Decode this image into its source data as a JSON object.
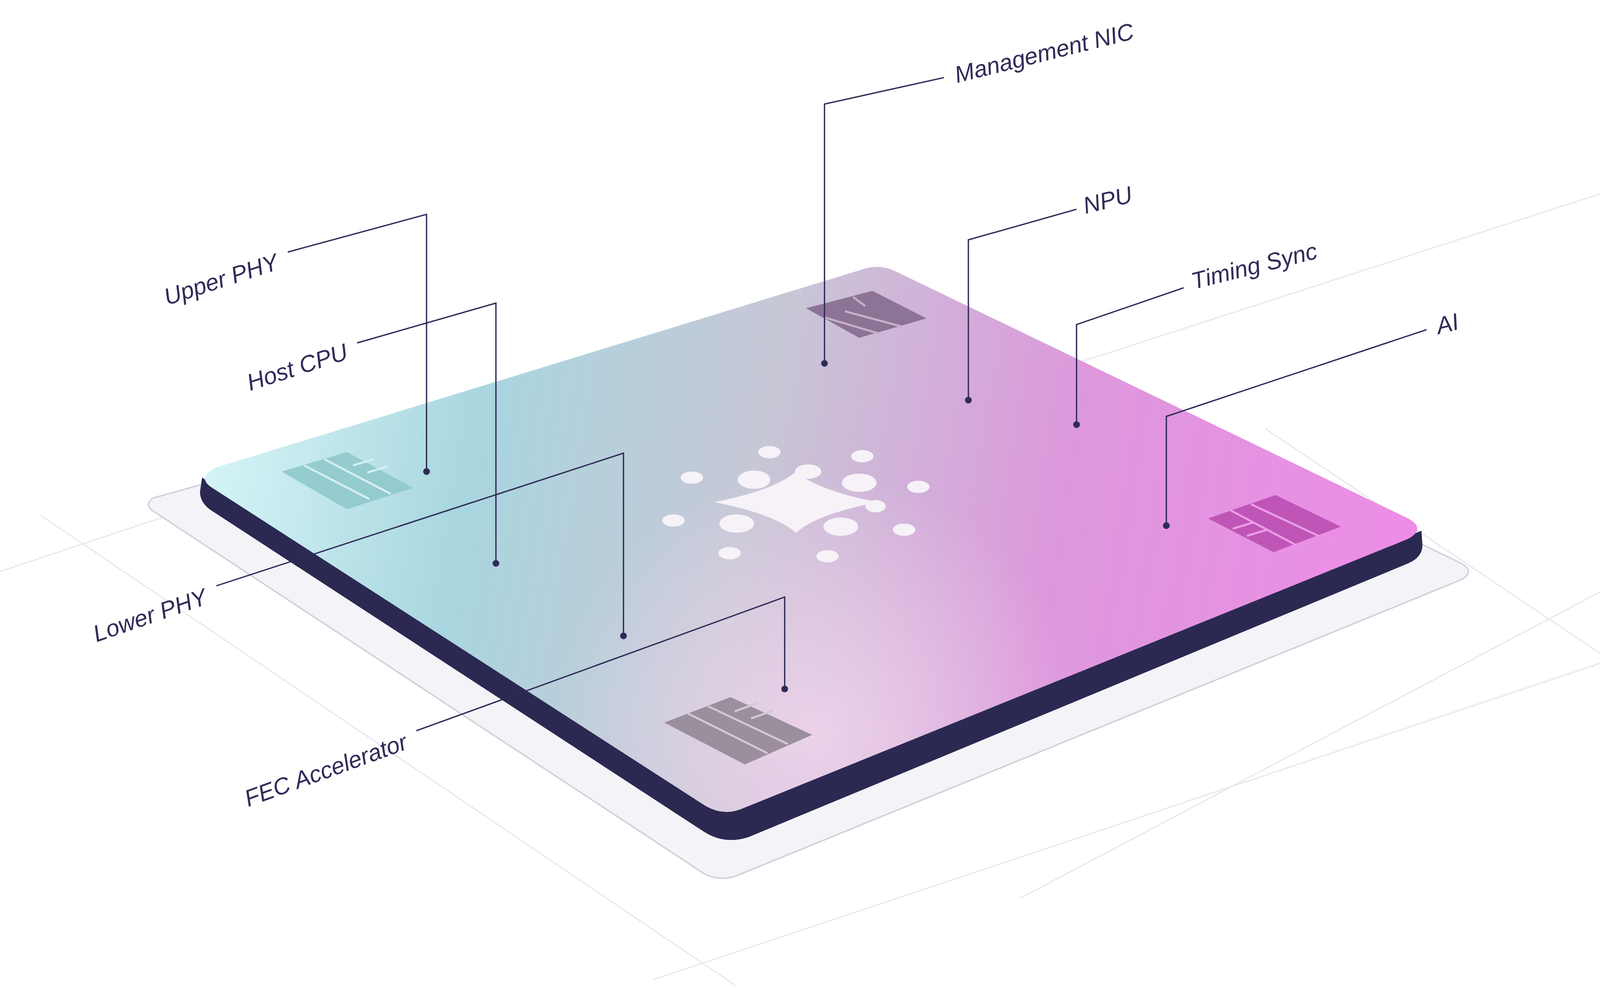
{
  "diagram": {
    "labels": [
      "Management NIC",
      "NPU",
      "Timing Sync",
      "AI",
      "Upper PHY",
      "Host CPU",
      "Lower PHY",
      "FEC Accelerator"
    ]
  }
}
